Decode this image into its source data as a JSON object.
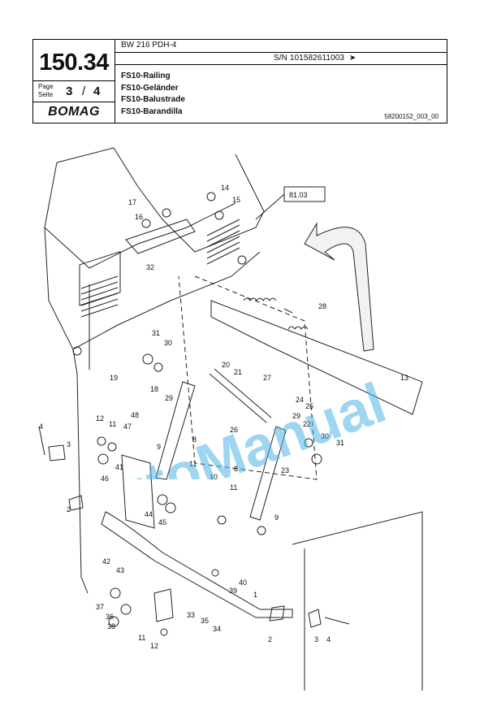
{
  "header": {
    "model": "BW 216 PDH-4",
    "serial": "S/N 101582611003",
    "serial_arrow": "➤",
    "group_number": "150.34",
    "page_label_1": "Page",
    "page_label_2": "Seite",
    "page_current": "3",
    "page_sep": "/",
    "page_total": "4",
    "brand": "BOMAG",
    "titles": [
      "FS10-Railing",
      "FS10-Geländer",
      "FS10-Balustrade",
      "FS10-Barandilla"
    ],
    "doc_id": "58200152_003_00"
  },
  "drawing": {
    "reference_box": "81.03",
    "callouts": [
      "17",
      "14",
      "16",
      "15",
      "32",
      "28",
      "31",
      "30",
      "20",
      "21",
      "19",
      "18",
      "29",
      "27",
      "13",
      "24",
      "25",
      "4",
      "3",
      "12",
      "11",
      "47",
      "48",
      "8",
      "26",
      "22",
      "30",
      "31",
      "29",
      "46",
      "41",
      "9",
      "11",
      "10",
      "23",
      "2",
      "44",
      "45",
      "11",
      "8",
      "9",
      "42",
      "43",
      "40",
      "39",
      "1",
      "37",
      "36",
      "33",
      "38",
      "35",
      "34",
      "2",
      "3",
      "4",
      "11",
      "12"
    ],
    "watermark": "AutoManual"
  }
}
